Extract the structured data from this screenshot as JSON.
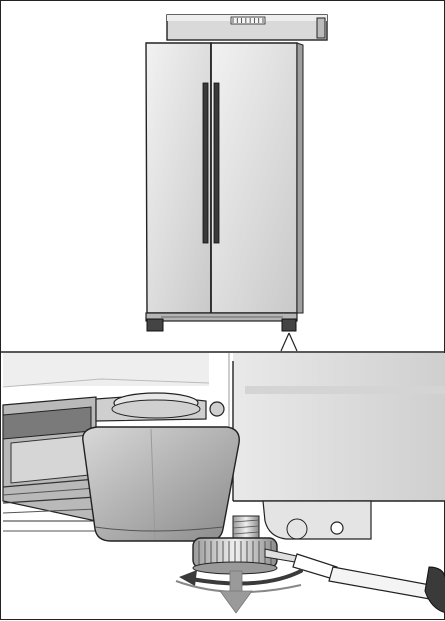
{
  "figure": {
    "panels": [
      "fridge-overview",
      "leveling-foot-detail"
    ],
    "level_tool": {
      "scale_marks": 8
    },
    "arrows": [
      "rotate-foot-arrow",
      "lower-down-arrow"
    ],
    "colors": {
      "frame": "#222222",
      "fridge_body": "#dcdcdc",
      "handle": "#3a3a3a",
      "shade_light": "#e6e6e6",
      "shade_mid": "#bdbdbd",
      "shade_dark": "#6e6e6e",
      "arrow": "#9a9a9a"
    }
  }
}
